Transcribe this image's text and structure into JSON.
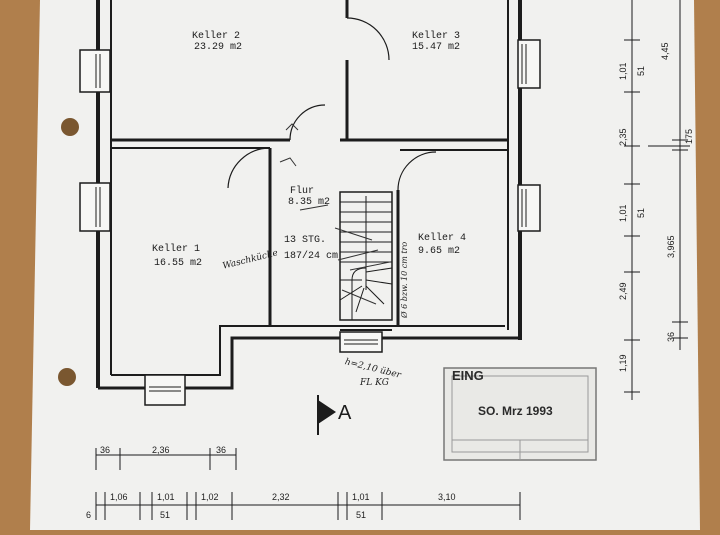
{
  "rooms": [
    {
      "name": "Keller 2",
      "area": "23.29 m2"
    },
    {
      "name": "Keller 3",
      "area": "15.47 m2"
    },
    {
      "name": "Flur",
      "area": "8.35 m2"
    },
    {
      "name": "Keller 1",
      "area": "16.55 m2"
    },
    {
      "name": "Keller 4",
      "area": "9.65 m2"
    }
  ],
  "stairs": {
    "steps": "13 STG.",
    "ratio": "187/24 cm"
  },
  "handwritten": {
    "washroom": "Waschküche",
    "height_note_1": "h=2,10 über",
    "height_note_2": "FL KG",
    "vertical_note": "Ø 6 bzw. 10 cm tro"
  },
  "stamp": {
    "top": "EING",
    "bottom": "SO. Mrz 1993"
  },
  "section_marker": "A",
  "dims_bottom_row1": [
    "36",
    "2,36",
    "36"
  ],
  "dims_bottom_row2": [
    "1,06",
    "1,01",
    "1,02",
    "2,32",
    "1,01",
    "3,10"
  ],
  "dims_bottom_row3": [
    "6",
    "51",
    "51"
  ],
  "dims_right_outer": [
    "4,45",
    "1,01",
    "51",
    "2,35",
    "1,01",
    "51",
    "3,965",
    "2,49",
    "1,19"
  ],
  "dims_right_inner": [
    "175",
    "36"
  ],
  "colors": {
    "paper": "#f1f1ef",
    "table": "#b07f4c",
    "ink": "#1c1c1c"
  }
}
